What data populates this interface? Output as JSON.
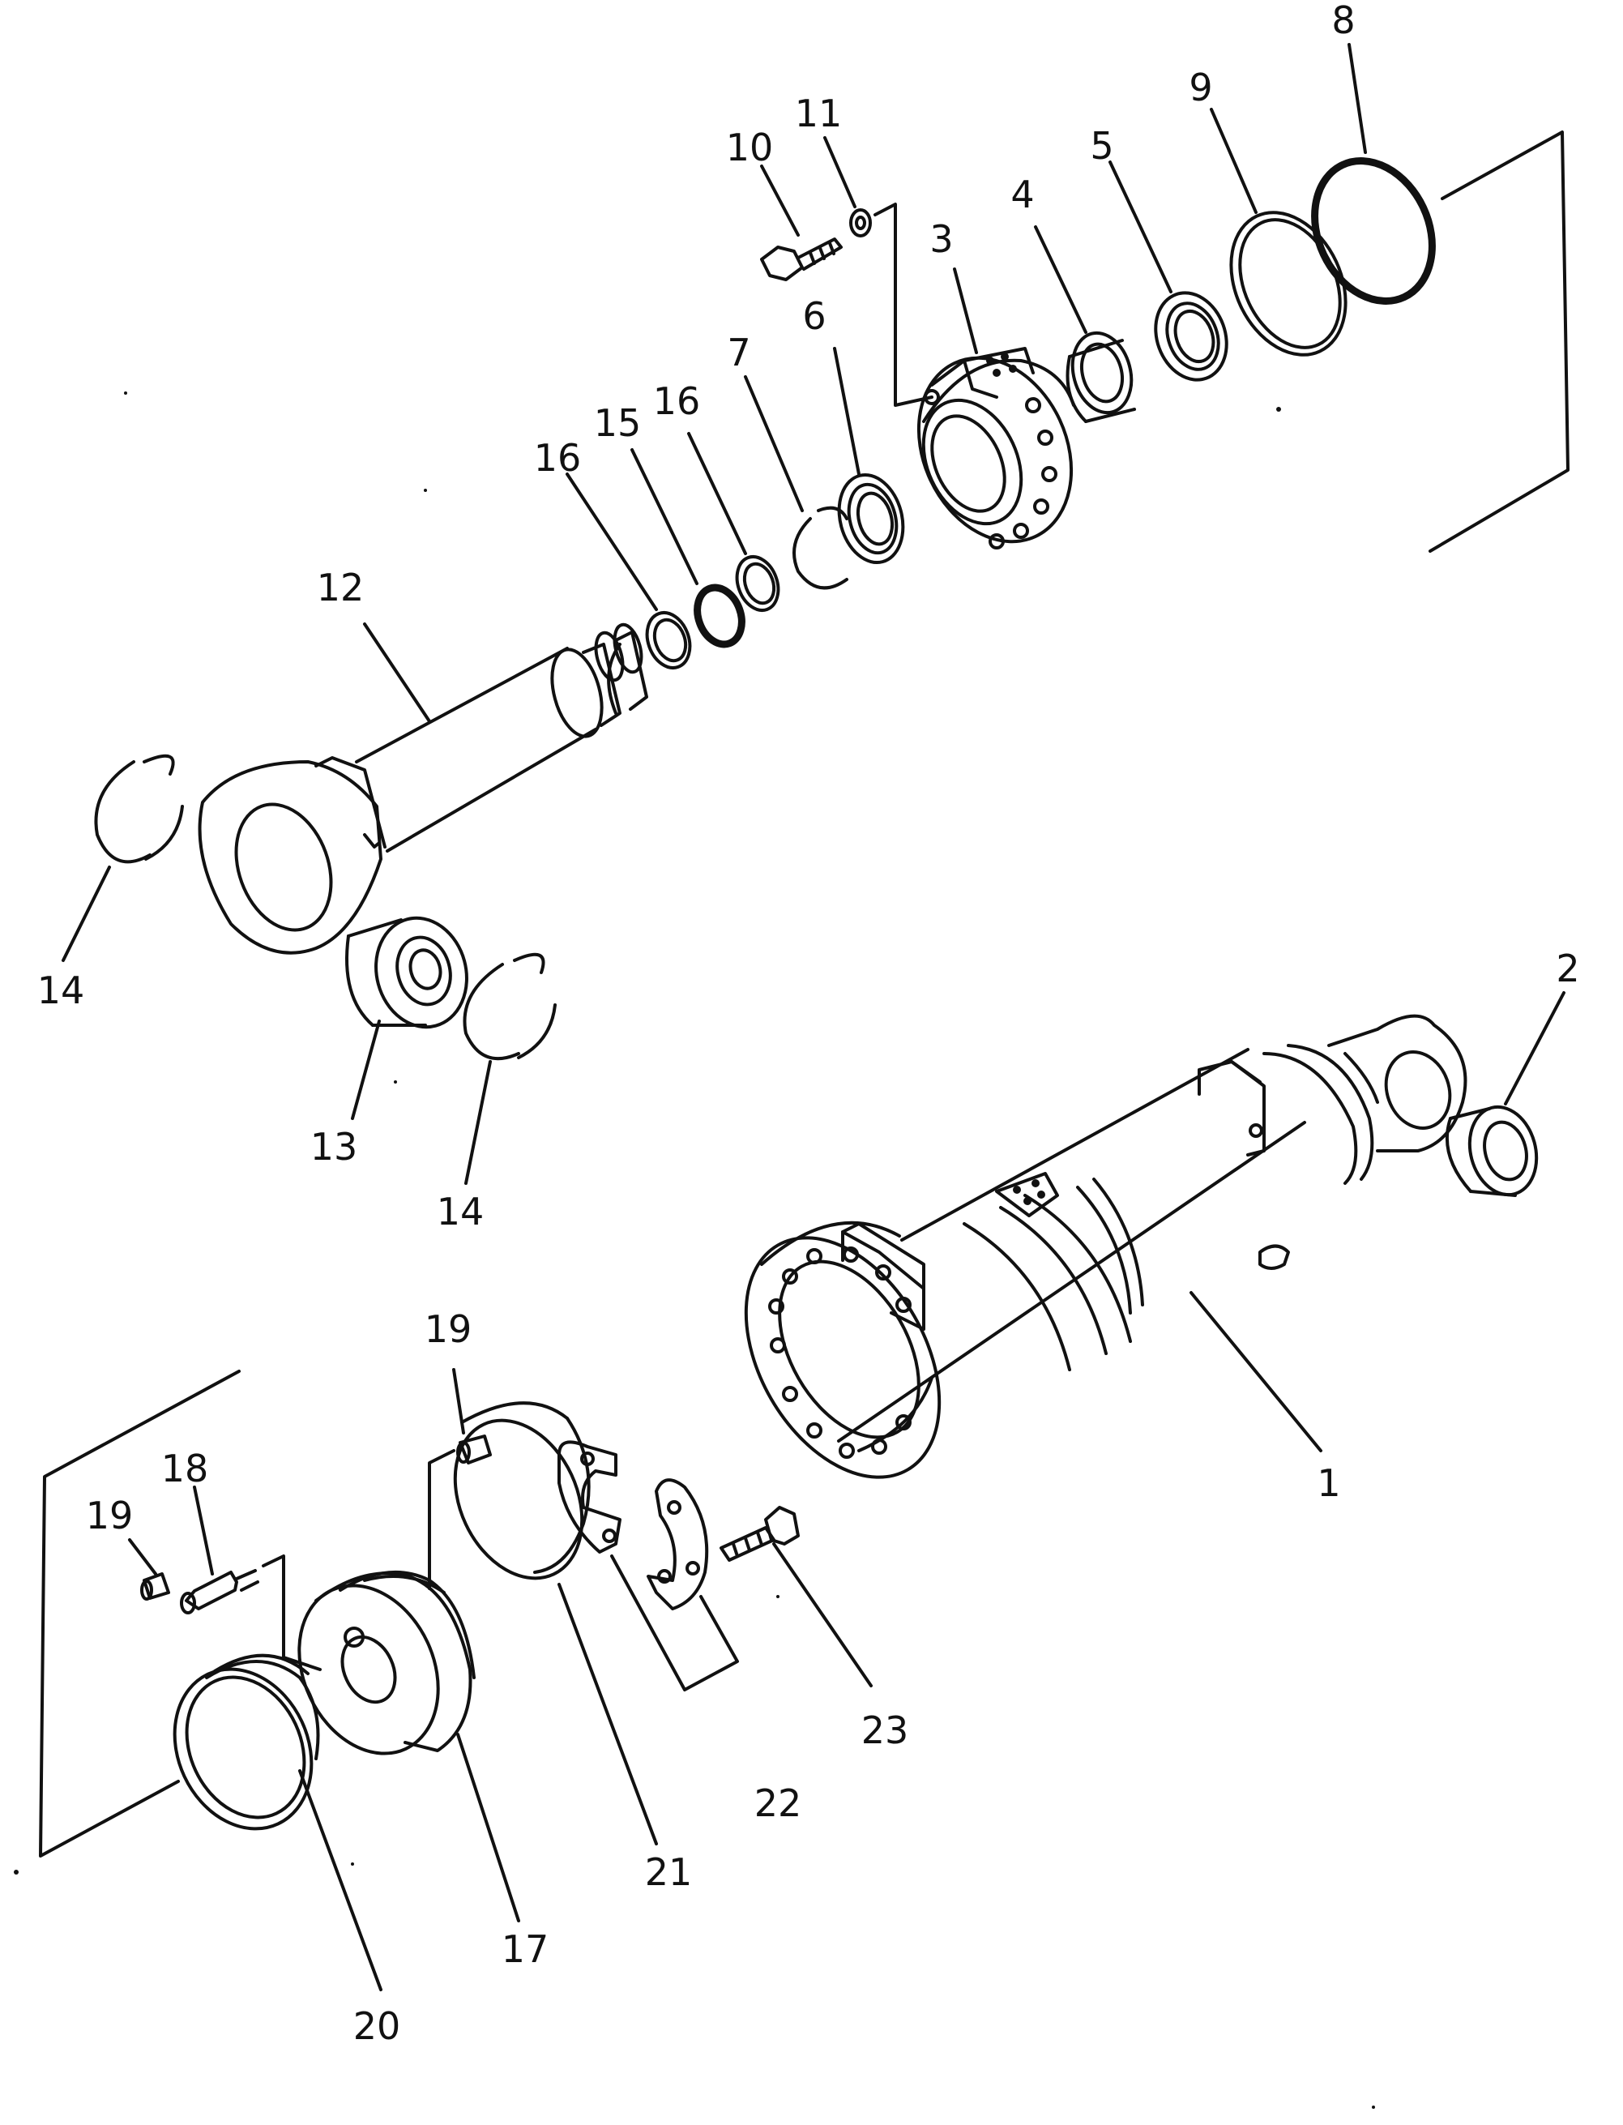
{
  "callouts": [
    {
      "label": "1"
    },
    {
      "label": "2"
    },
    {
      "label": "3"
    },
    {
      "label": "4"
    },
    {
      "label": "5"
    },
    {
      "label": "6"
    },
    {
      "label": "7"
    },
    {
      "label": "8"
    },
    {
      "label": "9"
    },
    {
      "label": "10"
    },
    {
      "label": "11"
    },
    {
      "label": "12"
    },
    {
      "label": "13"
    },
    {
      "label": "14"
    },
    {
      "label": "14"
    },
    {
      "label": "15"
    },
    {
      "label": "16"
    },
    {
      "label": "16"
    },
    {
      "label": "17"
    },
    {
      "label": "18"
    },
    {
      "label": "19"
    },
    {
      "label": "19"
    },
    {
      "label": "20"
    },
    {
      "label": "21"
    },
    {
      "label": "22"
    },
    {
      "label": "23"
    }
  ]
}
